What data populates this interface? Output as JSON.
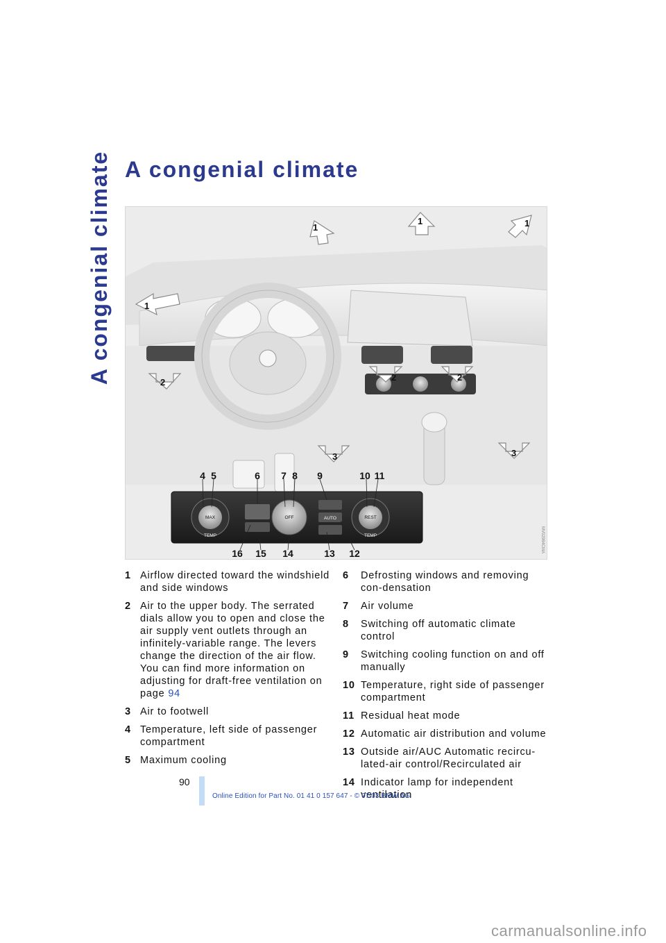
{
  "section_title": "A congenial climate",
  "heading": "A congenial climate",
  "figure": {
    "arrow_labels": [
      "1",
      "1",
      "1",
      "1",
      "2",
      "2",
      "2",
      "3",
      "3"
    ],
    "callouts": {
      "top": [
        "4",
        "5",
        "6",
        "7",
        "8",
        "9",
        "10",
        "11"
      ],
      "bottom": [
        "16",
        "15",
        "14",
        "13",
        "12"
      ]
    },
    "panel_text": {
      "max": "MAX",
      "temp_left": "TEMP",
      "off": "OFF",
      "auto": "AUTO",
      "rest": "REST",
      "temp_right": "TEMP"
    },
    "code": "MV02984CMA"
  },
  "left_items": [
    {
      "num": "1",
      "text": "Airflow directed toward the windshield and side windows"
    },
    {
      "num": "2",
      "text": "Air to the upper body. The serrated dials allow you to open and close the air supply vent outlets through an infinitely-variable range. The levers change the direction of the air flow. You can find more information on adjusting for draft-free ventilation on page",
      "link": "94"
    },
    {
      "num": "3",
      "text": "Air to footwell"
    },
    {
      "num": "4",
      "text": "Temperature, left side of passenger compartment"
    },
    {
      "num": "5",
      "text": "Maximum cooling"
    }
  ],
  "right_items": [
    {
      "num": "6",
      "text": "Defrosting windows and removing con-densation"
    },
    {
      "num": "7",
      "text": "Air volume"
    },
    {
      "num": "8",
      "text": "Switching off automatic climate control"
    },
    {
      "num": "9",
      "text": "Switching cooling function on and off manually"
    },
    {
      "num": "10",
      "text": "Temperature, right side of passenger compartment"
    },
    {
      "num": "11",
      "text": "Residual heat mode"
    },
    {
      "num": "12",
      "text": "Automatic air distribution and volume"
    },
    {
      "num": "13",
      "text": "Outside air/AUC Automatic recircu-lated-air control/Recirculated air"
    },
    {
      "num": "14",
      "text": "Indicator lamp for independent ventilation"
    }
  ],
  "page_number": "90",
  "footer": "Online Edition for Part No. 01 41 0 157 647 - © 07/03 BMW AG",
  "watermark": "carmanualsonline.info"
}
